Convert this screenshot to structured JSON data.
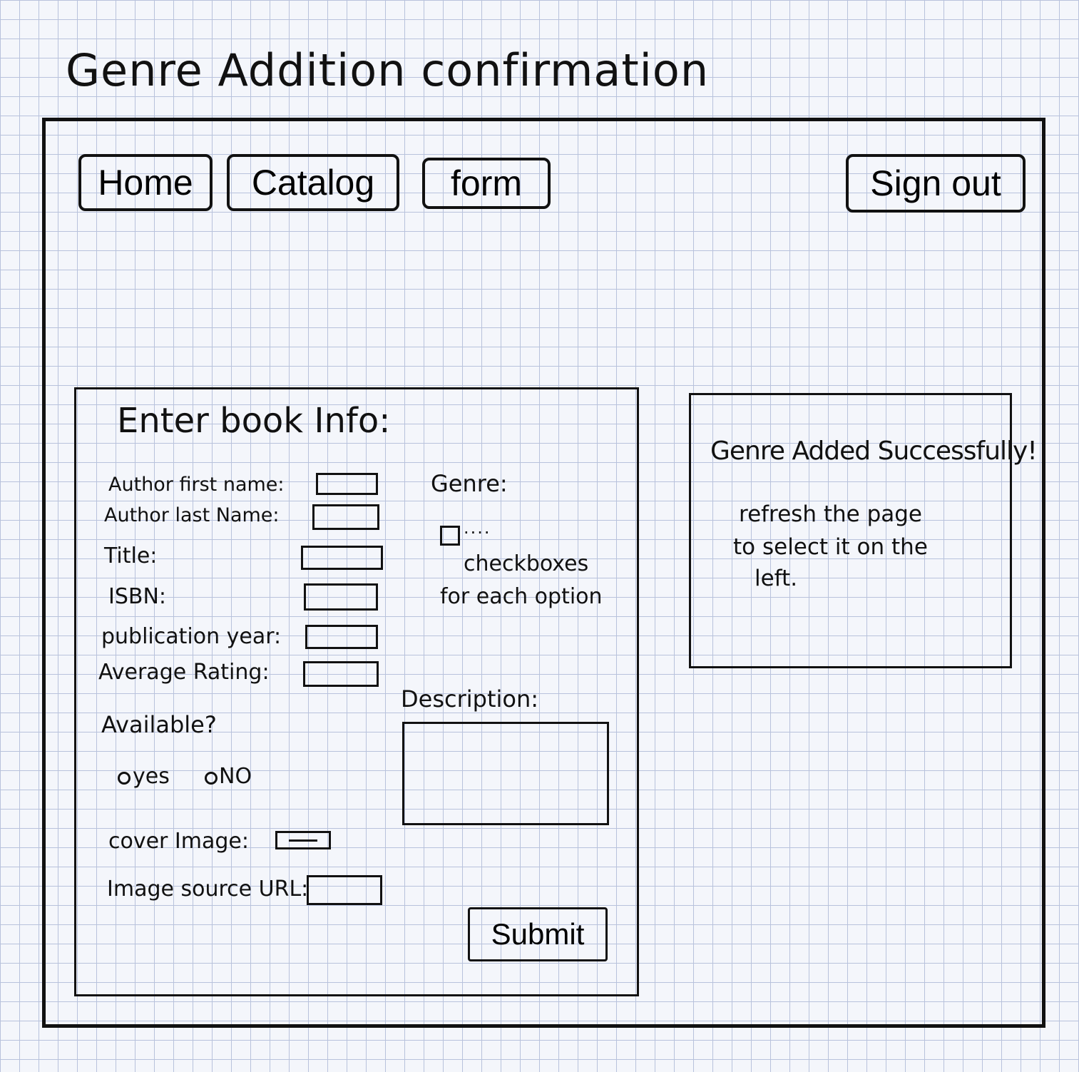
{
  "page_title": "Genre Addition confirmation",
  "nav": {
    "home": "Home",
    "catalog": "Catalog",
    "form": "form",
    "signout": "Sign out"
  },
  "form": {
    "heading": "Enter book Info:",
    "fields": {
      "author_first_name": "Author first name:",
      "author_last_name": "Author last Name:",
      "title": "Title:",
      "isbn": "ISBN:",
      "publication_year": "publication year:",
      "average_rating": "Average Rating:",
      "cover_image": "cover Image:",
      "image_source_url": "Image source URL:"
    },
    "available_label": "Available?",
    "available_options": {
      "yes": "yes",
      "no": "NO"
    },
    "genre_label": "Genre:",
    "genre_ellipsis": "....",
    "genre_note_line1": "checkboxes",
    "genre_note_line2": "for each option",
    "description_label": "Description:",
    "submit": "Submit"
  },
  "message": {
    "title": "Genre Added Successfully!",
    "line1": "refresh the page",
    "line2": "to select it on the",
    "line3": "left."
  }
}
